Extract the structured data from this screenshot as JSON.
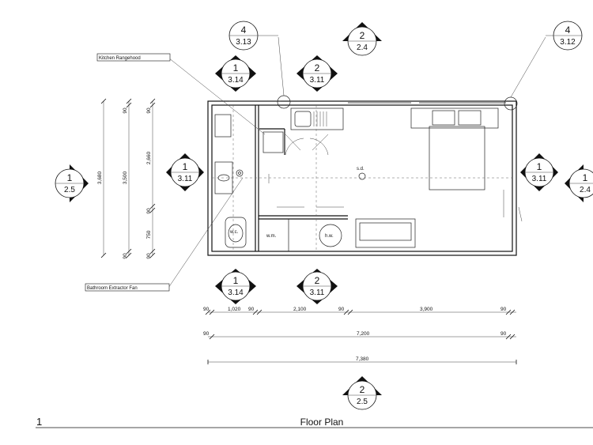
{
  "drawing": {
    "number": "1",
    "title": "Floor Plan"
  },
  "markers": [
    {
      "id": "m-top-1-314",
      "number": "1",
      "ref": "3.14"
    },
    {
      "id": "m-top-2-311",
      "number": "2",
      "ref": "3.11"
    },
    {
      "id": "m-top-2-24",
      "number": "2",
      "ref": "2.4"
    },
    {
      "id": "m-detail-4-313",
      "number": "4",
      "ref": "3.13"
    },
    {
      "id": "m-detail-4-312",
      "number": "4",
      "ref": "3.12"
    },
    {
      "id": "m-left-1-25",
      "number": "1",
      "ref": "2.5"
    },
    {
      "id": "m-left-1-311",
      "number": "1",
      "ref": "3.11"
    },
    {
      "id": "m-right-1-311",
      "number": "1",
      "ref": "3.11"
    },
    {
      "id": "m-right-1-24",
      "number": "1",
      "ref": "2.4"
    },
    {
      "id": "m-bot-1-314",
      "number": "1",
      "ref": "3.14"
    },
    {
      "id": "m-bot-2-311",
      "number": "2",
      "ref": "3.11"
    },
    {
      "id": "m-bot-2-25",
      "number": "2",
      "ref": "2.5"
    }
  ],
  "callouts": {
    "kitchen_rangehood": "Kitchen Rangehood",
    "bathroom_extractor_fan": "Bathroom Extractor Fan"
  },
  "rooms": {
    "wc": "w.c.",
    "wm": "w.m.",
    "hw": "h.w.",
    "sd": "s.d."
  },
  "dimensions": {
    "horizontal_row1": [
      "90",
      "1,020",
      "90",
      "2,100",
      "90",
      "3,900",
      "90"
    ],
    "horizontal_row2": [
      "90",
      "7,200",
      "90"
    ],
    "horizontal_row3": [
      "7,380"
    ],
    "vertical_col1": [
      "3,680"
    ],
    "vertical_col2": [
      "90",
      "3,500",
      "90"
    ],
    "vertical_col3": [
      "90",
      "2,660",
      "90",
      "750",
      "90"
    ]
  }
}
